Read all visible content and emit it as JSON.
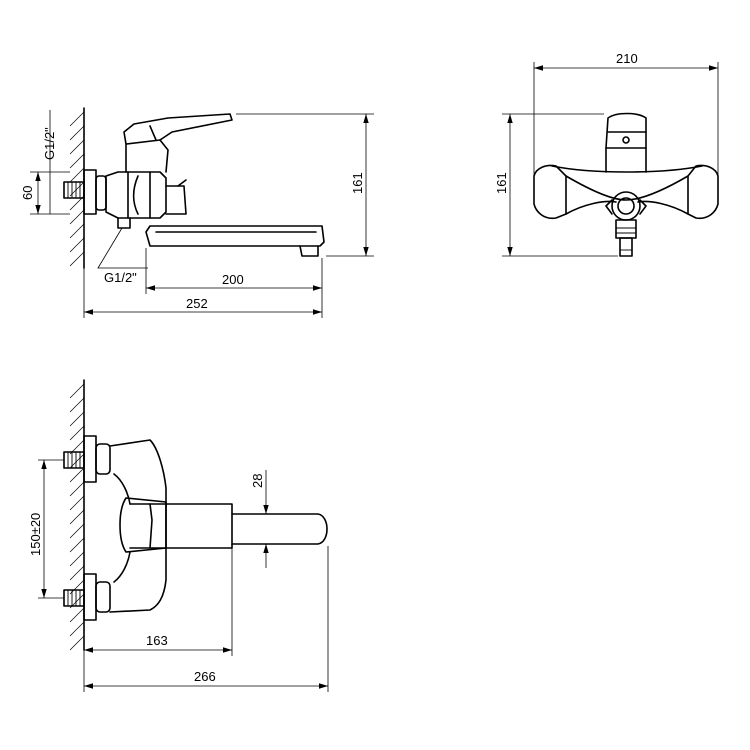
{
  "side_view": {
    "dim_thread_upper": "G1/2\"",
    "dim_connection": "60",
    "dim_height": "161",
    "dim_thread_lower": "G1/2\"",
    "dim_spout_length": "200",
    "dim_overall_depth": "252"
  },
  "front_view": {
    "dim_width": "210",
    "dim_height": "161"
  },
  "top_view": {
    "dim_spout_diameter": "28",
    "dim_centers": "150±20",
    "dim_handle_depth": "163",
    "dim_overall_depth": "266"
  }
}
